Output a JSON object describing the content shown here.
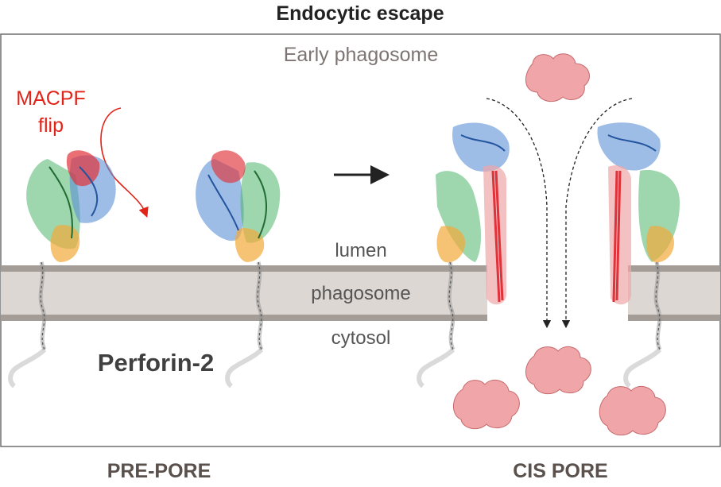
{
  "title": "Endocytic escape",
  "compartment_label": "Early phagosome",
  "flip_label_line1": "MACPF",
  "flip_label_line2": "flip",
  "membrane": {
    "lumen": "lumen",
    "middle": "phagosome",
    "cytosol": "cytosol"
  },
  "protein_label": "Perforin-2",
  "footer": {
    "left": "PRE-PORE",
    "right": "CIS PORE"
  },
  "colors": {
    "title_text": "#222222",
    "subtitle_text": "#7d7573",
    "flip_red": "#e2231a",
    "membrane_fill": "#dcd7d3",
    "membrane_edge": "#a39c97",
    "cargo_pink": "#f0a6a8",
    "domain_blue": "#5b8fd6",
    "domain_green": "#4fb56a",
    "domain_red": "#e0323a",
    "domain_orange": "#f2a93b",
    "tail_grey": "#bdbdbd"
  },
  "icons": [
    "flip-arrow-icon",
    "transition-arrow-icon",
    "flow-arrow-icon"
  ]
}
